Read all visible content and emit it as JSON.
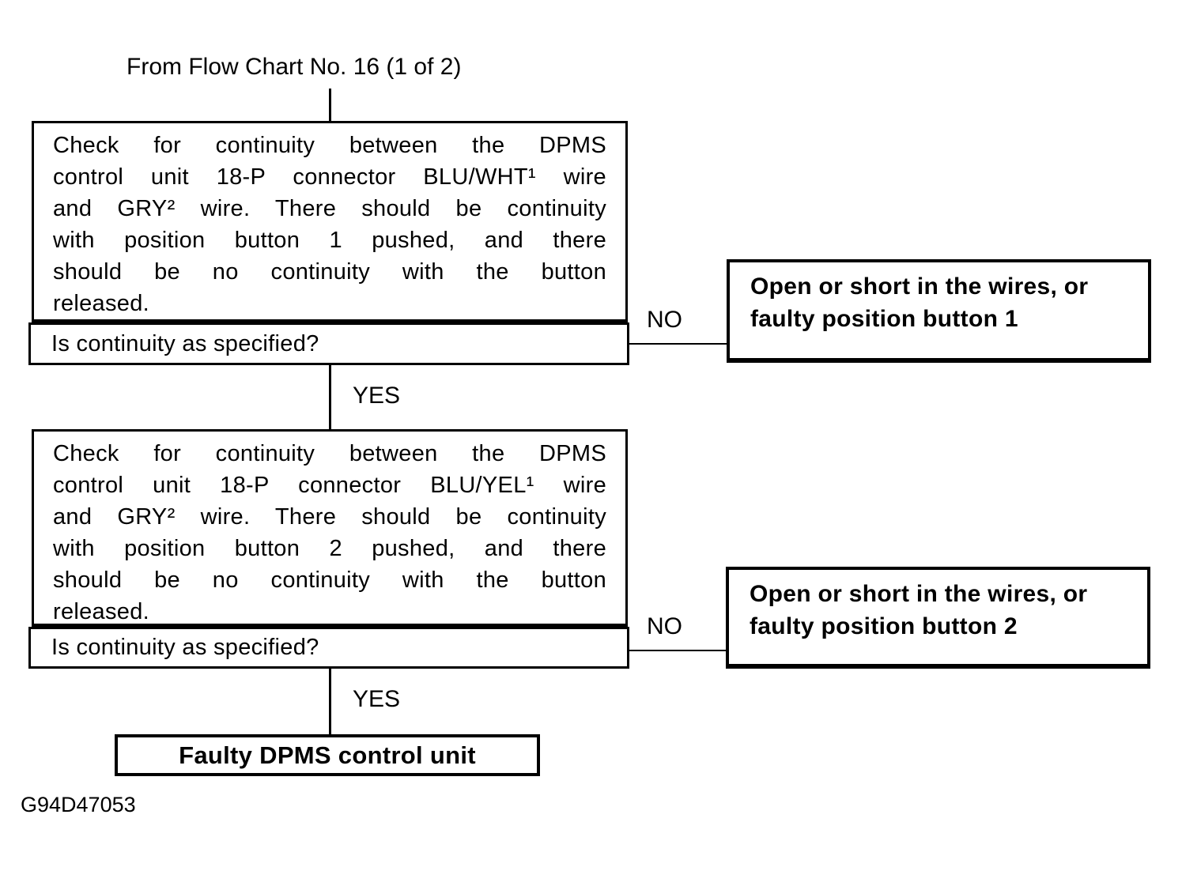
{
  "page": {
    "background": "#ffffff",
    "ink": "#000000"
  },
  "header": {
    "source_label": "From Flow Chart No. 16 (1 of 2)"
  },
  "flowchart": {
    "step1": {
      "check_lines": [
        "Check for continuity between the DPMS",
        "control unit 18-P connector BLU/WHT¹ wire",
        "and GRY² wire. There should be continuity",
        "with position button 1 pushed, and there",
        "should be no continuity with the button",
        "released."
      ],
      "question": "Is continuity as specified?",
      "no_label": "NO",
      "yes_label": "YES",
      "no_result_lines": [
        "Open or short in the wires, or",
        "faulty position button 1"
      ]
    },
    "step2": {
      "check_lines": [
        "Check for continuity between the DPMS",
        "control unit 18-P connector BLU/YEL¹ wire",
        "and GRY² wire. There should be continuity",
        "with position button 2 pushed, and there",
        "should be no continuity with the button",
        "released."
      ],
      "question": "Is continuity as specified?",
      "no_label": "NO",
      "yes_label": "YES",
      "no_result_lines": [
        "Open or short in the wires, or",
        "faulty position button 2"
      ]
    },
    "final_result": "Faulty DPMS control unit"
  },
  "footer": {
    "figure_code": "G94D47053"
  }
}
